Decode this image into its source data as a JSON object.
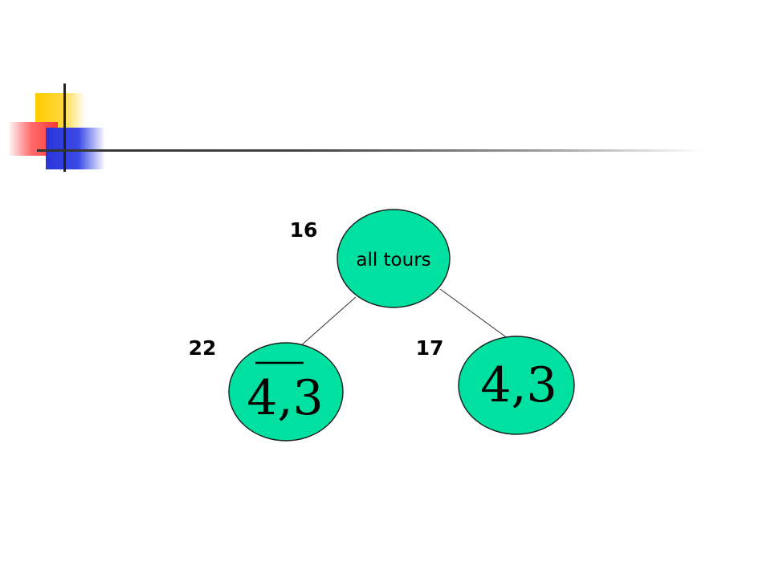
{
  "tree": {
    "root": {
      "label": "all tours",
      "cost": "16"
    },
    "left": {
      "label": "4,3",
      "overline": true,
      "cost": "22"
    },
    "right": {
      "label": "4,3",
      "overline": false,
      "cost": "17"
    }
  },
  "colors": {
    "node_fill": "#00e0a0",
    "deco_yellow": "#ffcc00",
    "deco_red": "#ff3a3a",
    "deco_blue": "#2a35d8"
  }
}
